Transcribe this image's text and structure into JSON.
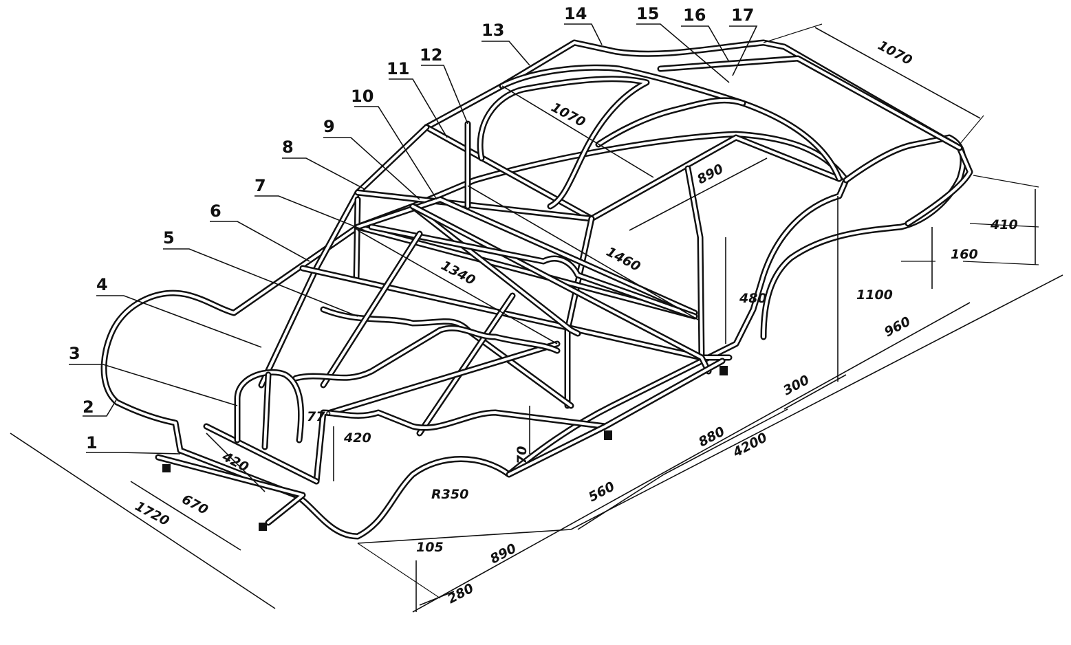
{
  "part_numbers": [
    "1",
    "2",
    "3",
    "4",
    "5",
    "6",
    "7",
    "8",
    "9",
    "10",
    "11",
    "12",
    "13",
    "14",
    "15",
    "16",
    "17"
  ],
  "dimensions": {
    "d_1070_top": "1070",
    "d_1070_roof": "1070",
    "d_890_roof": "890",
    "d_410": "410",
    "d_160": "160",
    "d_1460": "1460",
    "d_1340": "1340",
    "d_480": "480",
    "d_1100": "1100",
    "d_960": "960",
    "d_300": "300",
    "d_880": "880",
    "d_4200": "4200",
    "d_560": "560",
    "d_890_bottom": "890",
    "d_70": "70",
    "d_420_front": "420",
    "d_420_arch": "420",
    "d_77": "77°",
    "d_r350": "R350",
    "d_670": "670",
    "d_1720": "1720",
    "d_105": "105",
    "d_280": "280"
  }
}
